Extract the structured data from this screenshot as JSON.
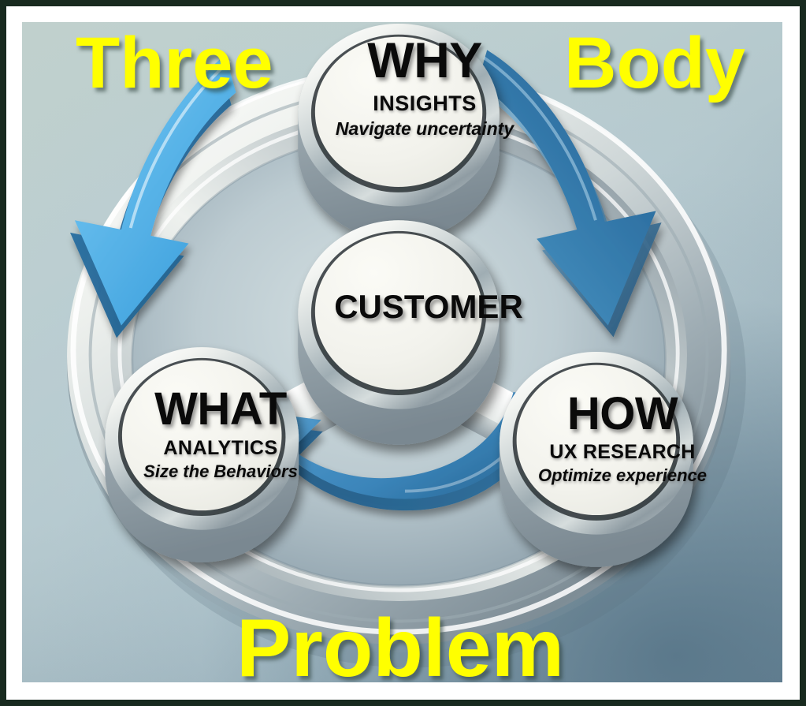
{
  "overlay": {
    "word_top_left": "Three",
    "word_top_right": "Body",
    "word_bottom": "Problem",
    "color": "#ffff00"
  },
  "diagram": {
    "title": "Three Body Problem",
    "type": "cyclical-hub-and-spoke",
    "center": {
      "id": "customer",
      "label": "CUSTOMER"
    },
    "nodes": [
      {
        "id": "why",
        "position": "top",
        "title": "WHY",
        "subtitle": "INSIGHTS",
        "tagline": "Navigate uncertainty"
      },
      {
        "id": "what",
        "position": "bottom-left",
        "title": "WHAT",
        "subtitle": "ANALYTICS",
        "tagline": "Size the Behaviors"
      },
      {
        "id": "how",
        "position": "bottom-right",
        "title": "HOW",
        "subtitle": "UX RESEARCH",
        "tagline": "Optimize experience"
      }
    ],
    "arrows": [
      {
        "id": "arrow-why-to-what",
        "from": "why",
        "to": "what",
        "side": "left",
        "color": "#5cb7e8"
      },
      {
        "id": "arrow-why-to-how",
        "from": "why",
        "to": "how",
        "side": "right",
        "color": "#2b6e9f"
      },
      {
        "id": "arrow-how-to-what",
        "from": "how",
        "to": "what",
        "side": "bottom",
        "color": "#3f86bb"
      }
    ],
    "colors": {
      "background_light": "#c0d0cd",
      "background_dark": "#7b96a6",
      "ring_chrome_light": "#fdfdfb",
      "ring_chrome_mid": "#c6cfd2",
      "ring_chrome_dark": "#8d9aa1",
      "node_face": "#f2f2ec",
      "frame_border": "#182a1f",
      "frame_mat": "#ffffff"
    }
  }
}
